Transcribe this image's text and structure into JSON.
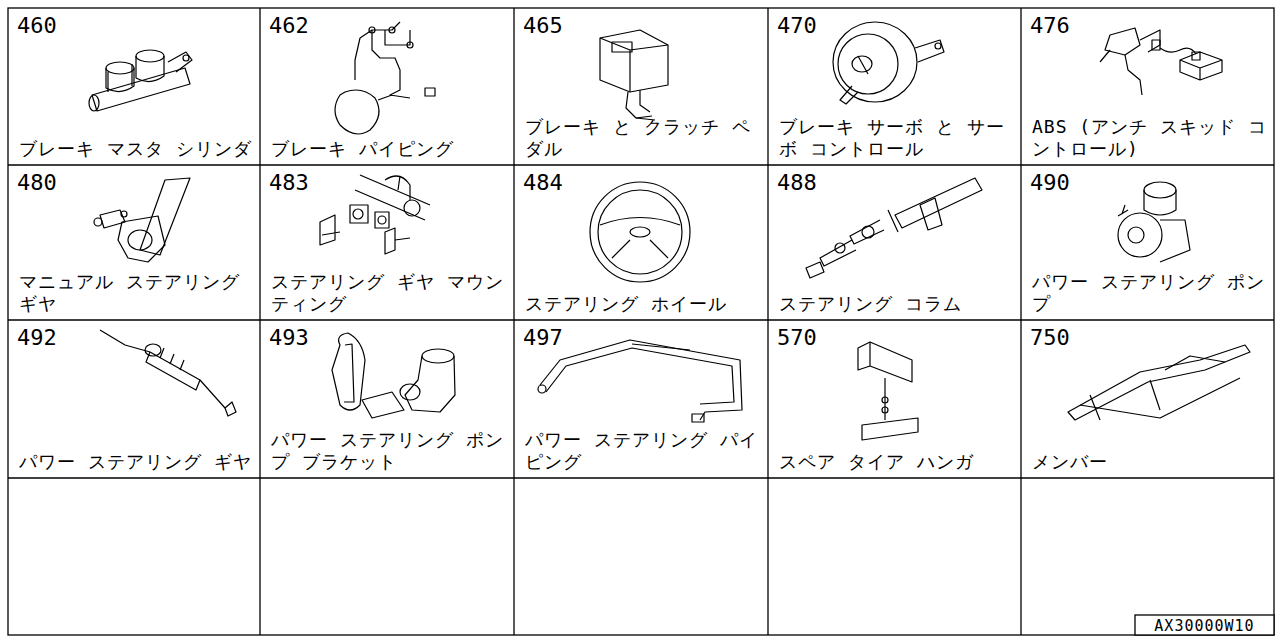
{
  "diagram": {
    "nodes": [
      {
        "text": [
          "460",
          "ブレーキ マスタ シリンダ"
        ]
      },
      {
        "text": [
          "462",
          "ブレーキ パイピング"
        ]
      },
      {
        "text": [
          "465",
          "ブレーキ と クラッチ ペダル"
        ]
      },
      {
        "text": [
          "470",
          "ブレーキ サーボ と サーボ コントロール"
        ]
      },
      {
        "text": [
          "476",
          "ABS (アンチ スキッド コントロール)"
        ]
      },
      {
        "text": [
          "480",
          "マニュアル ステアリング ギヤ"
        ]
      },
      {
        "text": [
          "483",
          "ステアリング ギヤ マウンティング"
        ]
      },
      {
        "text": [
          "484",
          "ステアリング ホイール"
        ]
      },
      {
        "text": [
          "488",
          "ステアリング コラム"
        ]
      },
      {
        "text": [
          "490",
          "パワー ステアリング ポンプ"
        ]
      },
      {
        "text": [
          "492",
          "パワー ステアリング ギヤ"
        ]
      },
      {
        "text": [
          "493",
          "パワー ステアリング ポンプ ブラケット"
        ]
      },
      {
        "text": [
          "497",
          "パワー ステアリング パイピング"
        ]
      },
      {
        "text": [
          "570",
          "スペア タイア ハンガ"
        ]
      },
      {
        "text": [
          "750",
          "メンバー"
        ]
      },
      {
        "text": [
          "AX30000W10"
        ]
      }
    ]
  }
}
